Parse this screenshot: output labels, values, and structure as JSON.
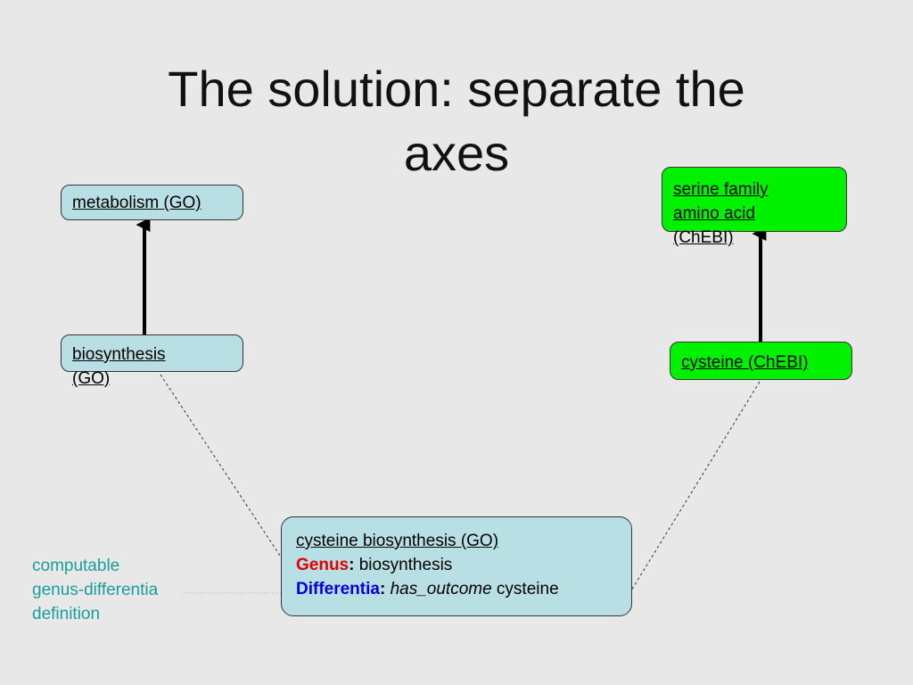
{
  "title": {
    "line1": "The solution: separate the",
    "line2": "axes"
  },
  "nodes": {
    "metabolism": "metabolism (GO)",
    "biosynthesis": [
      "biosynthesis",
      "(GO)"
    ],
    "serine_family": [
      "serine family",
      "amino acid",
      "(ChEBI)"
    ],
    "cysteine": "cysteine (ChEBI)",
    "cysteine_biosynthesis": {
      "name": "cysteine biosynthesis (GO)",
      "genus_label": "Genus",
      "genus_value": " biosynthesis",
      "differentia_label": "Differentia",
      "differentia_relation": "has_outcome",
      "differentia_value": " cysteine",
      "colon": ":"
    }
  },
  "annotation": {
    "lines": [
      "computable",
      "genus-differentia",
      "definition"
    ]
  },
  "colors": {
    "go_box": "#b8dfe4",
    "chebi_box": "#00f200",
    "genus": "#e00000",
    "differentia": "#0000e0",
    "annotation": "#1a9e9a",
    "background": "#e8e8e8"
  }
}
